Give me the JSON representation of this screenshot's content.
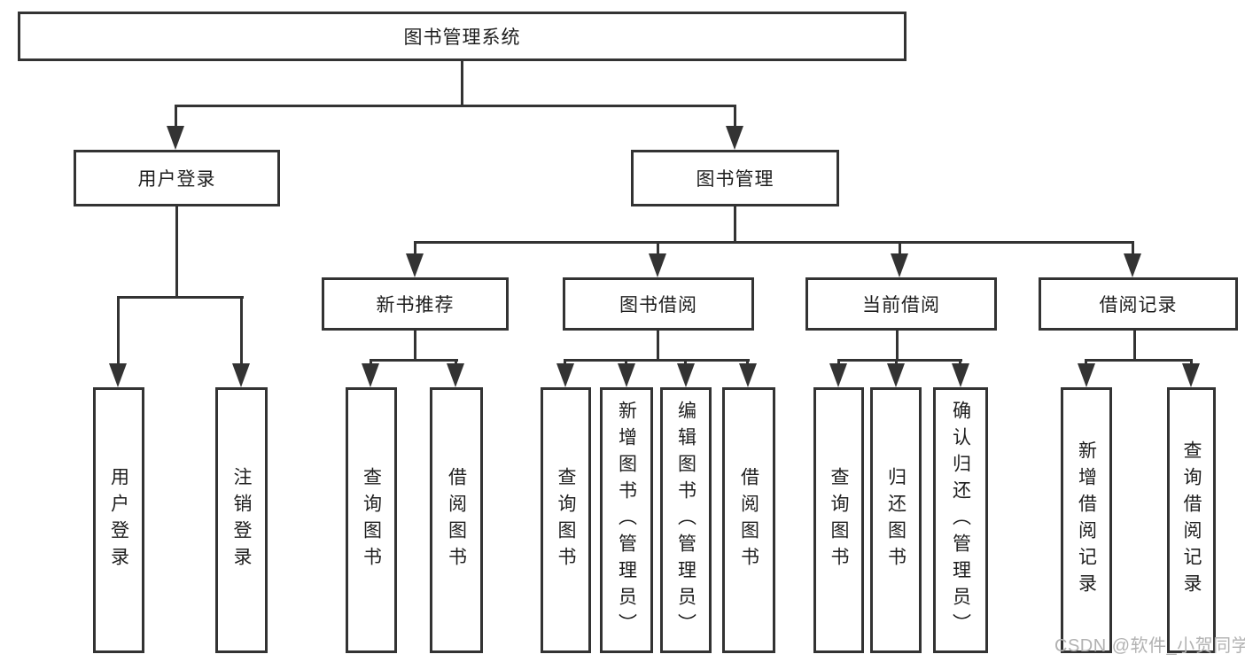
{
  "diagram_type": "hierarchy-tree",
  "tree": {
    "label": "图书管理系统",
    "children": [
      {
        "label": "用户登录",
        "children": [
          {
            "label": "用户登录"
          },
          {
            "label": "注销登录"
          }
        ]
      },
      {
        "label": "图书管理",
        "children": [
          {
            "label": "新书推荐",
            "children": [
              {
                "label": "查询图书"
              },
              {
                "label": "借阅图书"
              }
            ]
          },
          {
            "label": "图书借阅",
            "children": [
              {
                "label": "查询图书"
              },
              {
                "label": "新增图书（管理员）"
              },
              {
                "label": "编辑图书（管理员）"
              },
              {
                "label": "借阅图书"
              }
            ]
          },
          {
            "label": "当前借阅",
            "children": [
              {
                "label": "查询图书"
              },
              {
                "label": "归还图书"
              },
              {
                "label": "确认归还（管理员）"
              }
            ]
          },
          {
            "label": "借阅记录",
            "children": [
              {
                "label": "新增借阅记录"
              },
              {
                "label": "查询借阅记录"
              }
            ]
          }
        ]
      }
    ]
  },
  "watermark": {
    "text": "CSDN @软件_小贺同学",
    "color": "#b2b2b2"
  },
  "colors": {
    "line": "#333333",
    "box_border": "#333333",
    "box_fill": "#ffffff",
    "text": "#1e1e1e",
    "background": "#ffffff"
  }
}
